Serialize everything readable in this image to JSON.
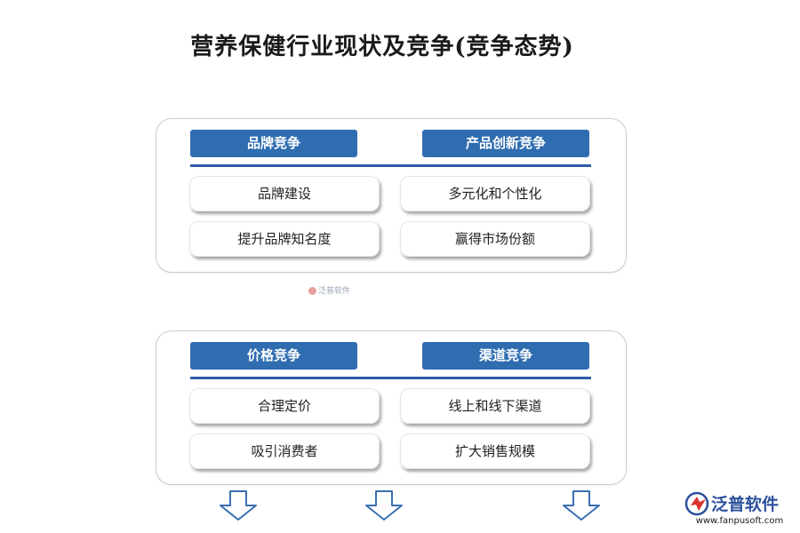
{
  "title": "营养保健行业现状及竞争(竞争态势)",
  "sections": [
    {
      "left_header": "品牌竞争",
      "right_header": "产品创新竞争",
      "items": [
        "品牌建设",
        "多元化和个性化",
        "提升品牌知名度",
        "赢得市场份额"
      ]
    },
    {
      "left_header": "价格竞争",
      "right_header": "渠道竞争",
      "items": [
        "合理定价",
        "线上和线下渠道",
        "吸引消费者",
        "扩大销售规模"
      ]
    }
  ],
  "watermark": {
    "small": "泛普软件"
  },
  "logo": {
    "name": "泛普软件",
    "url": "www.fanpusoft.com"
  },
  "colors": {
    "header_fill": "#2f6db0",
    "rule": "#2f5aa8",
    "arrow_stroke": "#3a6fb0"
  }
}
